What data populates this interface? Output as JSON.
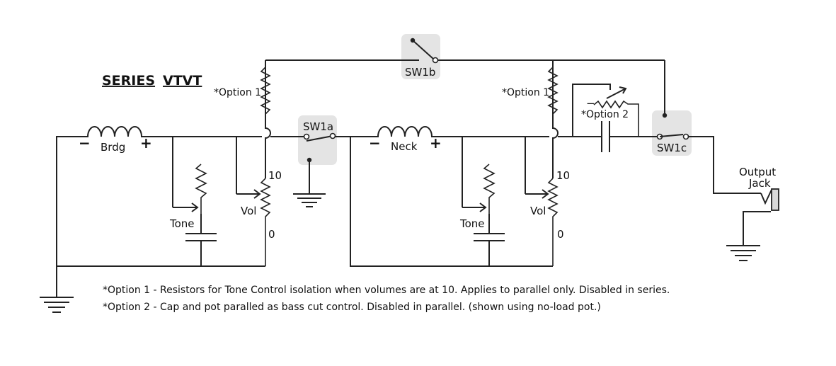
{
  "title": {
    "series": "SERIES",
    "vtvt": "VTVT"
  },
  "bridge_pickup": {
    "label": "Brdg",
    "minus": "−",
    "plus": "+"
  },
  "neck_pickup": {
    "label": "Neck",
    "minus": "−",
    "plus": "+"
  },
  "tone_labels": [
    "Tone",
    "Tone"
  ],
  "vol_labels": [
    "Vol",
    "Vol"
  ],
  "vol_ticks": {
    "max": "10",
    "min": "0"
  },
  "option_labels": {
    "option1": "*Option 1",
    "option2": "*Option 2",
    "option2_minus": "−"
  },
  "switches": {
    "sw1a": "SW1a",
    "sw1b": "SW1b",
    "sw1c": "SW1c"
  },
  "output_jack": {
    "line1": "Output",
    "line2": "Jack"
  },
  "notes": [
    "*Option 1 - Resistors for Tone Control isolation when volumes are at 10.  Applies to parallel only.  Disabled in series.",
    "*Option 2 - Cap and pot paralled as bass cut control.   Disabled in parallel.  (shown using no-load pot.)"
  ],
  "colors": {
    "wire": "#222222",
    "switch_background": "#e4e4e4"
  }
}
